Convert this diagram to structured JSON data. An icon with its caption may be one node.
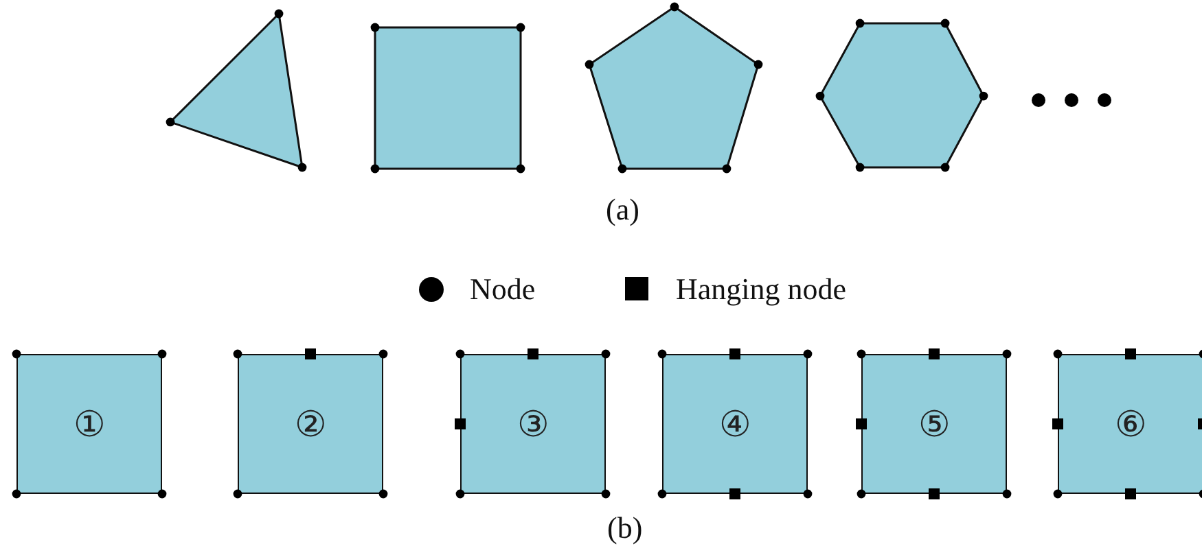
{
  "diagram": {
    "nodes": [
      {
        "text": [],
        "shape": "triangle"
      },
      {
        "text": [],
        "shape": "box"
      },
      {
        "text": [],
        "shape": "pentagon"
      },
      {
        "text": [],
        "shape": "hexagon"
      },
      {
        "text": [
          "①"
        ]
      },
      {
        "text": [
          "②"
        ]
      },
      {
        "text": [
          "③"
        ]
      },
      {
        "text": [
          "④"
        ]
      },
      {
        "text": [
          "⑤"
        ]
      },
      {
        "text": [
          "⑥"
        ]
      }
    ],
    "edges": [],
    "labels": [
      "(a)",
      "(b)"
    ],
    "legend": [
      {
        "text": "Node"
      },
      {
        "text": "Hanging node"
      }
    ]
  }
}
